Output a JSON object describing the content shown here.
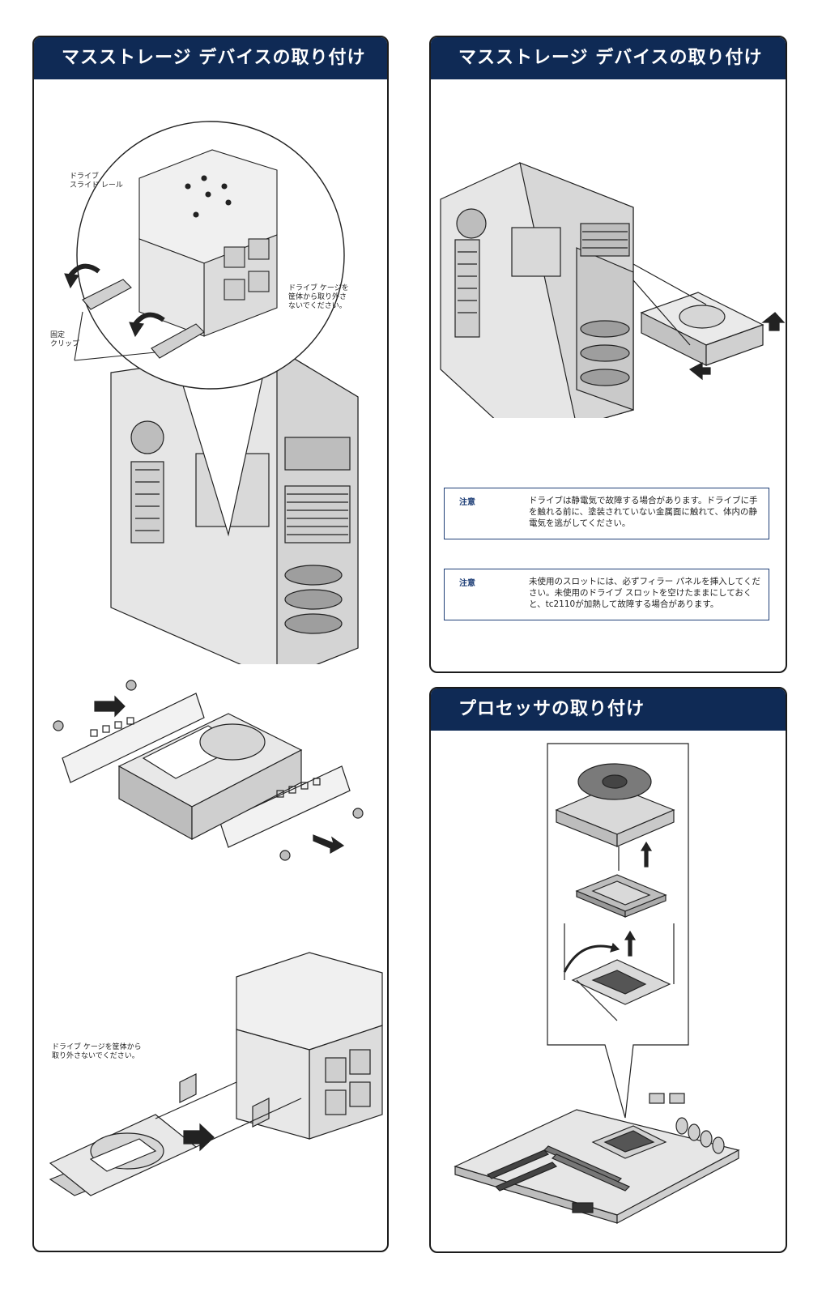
{
  "left_panel": {
    "title": "マスストレージ デバイスの取り付け",
    "labels": {
      "drive_slide_rail": "ドライブ\nスライド レール",
      "do_not_remove_cage": "ドライブ ケージを\n筐体から取り外さ\nないでください。",
      "fixing_clip": "固定\nクリップ",
      "do_not_remove_cage_2": "ドライブ ケージを筐体から\n取り外さないでください。"
    }
  },
  "right_top_panel": {
    "title": "マスストレージ デバイスの取り付け(続き)",
    "notes": [
      {
        "title": "注意",
        "text": "ドライブは静電気で故障する場合があります。ドライブに手を触れる前に、塗装されていない金属面に触れて、体内の静電気を逃がしてください。"
      },
      {
        "title": "注意",
        "text": "未使用のスロットには、必ずフィラー パネルを挿入してください。未使用のドライブ スロットを空けたままにしておくと、tc2110が加熱して故障する場合があります。"
      }
    ]
  },
  "right_bottom_panel": {
    "title": "プロセッサの取り付け"
  }
}
